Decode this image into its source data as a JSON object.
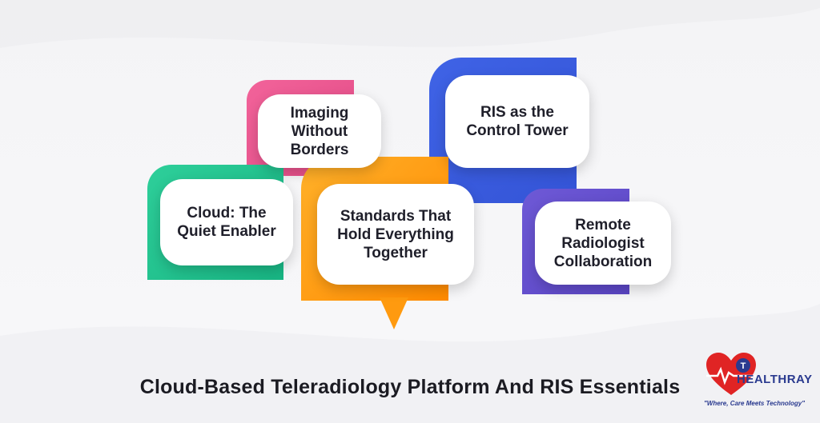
{
  "nodes": {
    "imaging": "Imaging\nWithout Borders",
    "ris": "RIS as the\nControl Tower",
    "cloud": "Cloud: The\nQuiet Enabler",
    "standards": "Standards That\nHold Everything\nTogether",
    "remote": "Remote\nRadiologist\nCollaboration"
  },
  "title": "Cloud-Based Teleradiology Platform And RIS Essentials",
  "logo": {
    "name": "HEALTHRAY",
    "tagline": "\"Where, Care Meets Technology\""
  },
  "colors": {
    "pink": "#e24b86",
    "blue": "#3454d6",
    "green": "#18b583",
    "orange": "#ff8a00",
    "purple": "#5a45c4",
    "logo_red": "#e02424",
    "logo_blue": "#2a3a8f"
  }
}
